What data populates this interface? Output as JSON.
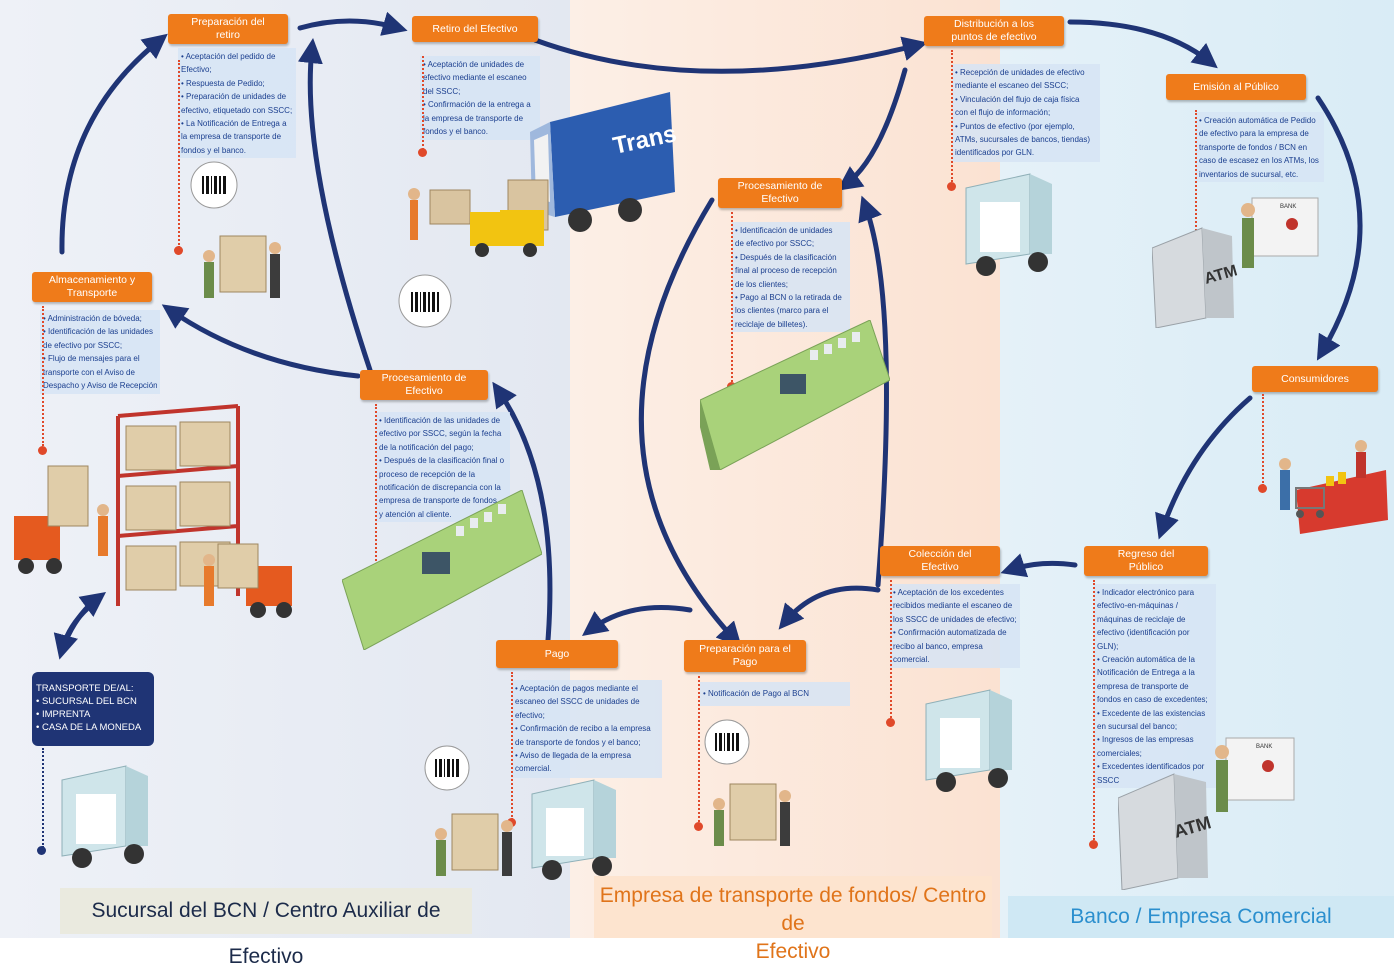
{
  "zones": {
    "bcn": "Sucursal del BCN / Centro Auxiliar de Efectivo",
    "transport_line1": "Empresa de transporte de fondos/ Centro de",
    "transport_line2": "Efectivo",
    "bank": "Banco / Empresa Comercial"
  },
  "steps": {
    "preparacion_retiro": {
      "title1": "Preparación del",
      "title2": "retiro",
      "lines": [
        "• Aceptación del pedido de",
        "Efectivo;",
        "• Respuesta de Pedido;",
        "• Preparación de unidades de",
        "efectivo, etiquetado con SSCC;",
        "• La Notificación de Entrega a",
        "la empresa de transporte de",
        "fondos y el banco."
      ]
    },
    "retiro_efectivo": {
      "title1": "Retiro del Efectivo",
      "lines": [
        "• Aceptación de unidades de",
        "efectivo mediante el escaneo",
        "del SSCC;",
        "• Confirmación de la entrega a",
        "la empresa de transporte de",
        "fondos y el banco."
      ]
    },
    "distribucion": {
      "title1": "Distribución a los",
      "title2": "puntos de efectivo",
      "lines": [
        "• Recepción de unidades de efectivo",
        "mediante el escaneo del SSCC;",
        "• Vinculación del flujo de caja física",
        "con el flujo de información;",
        "• Puntos de efectivo (por ejemplo,",
        "ATMs, sucursales de bancos, tiendas)",
        "identificados por GLN."
      ]
    },
    "emision": {
      "title1": "Emisión al Público",
      "lines": [
        "• Creación automática de Pedido",
        "de efectivo para la empresa de",
        "transporte de fondos / BCN en",
        "caso de escasez en los ATMs, los",
        "inventarios de sucursal, etc."
      ]
    },
    "consumidores": {
      "title1": "Consumidores"
    },
    "procesamiento_centro": {
      "title1": "Procesamiento de",
      "title2": "Efectivo",
      "lines": [
        "• Identificación de unidades",
        "de efectivo por SSCC;",
        "• Después de la clasificación",
        "final al proceso de recepción",
        "de los clientes;",
        "• Pago al BCN o la retirada de",
        "los clientes (marco para el",
        "reciclaje de billetes)."
      ]
    },
    "almacenamiento": {
      "title1": "Almacenamiento y",
      "title2": "Transporte",
      "lines": [
        "• Administración de bóveda;",
        "• Identificación de las unidades",
        "de efectivo por SSCC;",
        "• Flujo de mensajes para el",
        "transporte con el Aviso de",
        "Despacho y Aviso de Recepción"
      ]
    },
    "procesamiento_bcn": {
      "title1": "Procesamiento de",
      "title2": "Efectivo",
      "lines": [
        "• Identificación de las unidades de",
        "efectivo por SSCC, según la fecha",
        "de la notificación del pago;",
        "• Después de la clasificación final o",
        "proceso de recepción de la",
        "notificación de discrepancia con la",
        "empresa de transporte de fondos",
        "y atención al cliente."
      ]
    },
    "coleccion": {
      "title1": "Colección del",
      "title2": "Efectivo",
      "lines": [
        "• Aceptación de los excedentes",
        "recibidos mediante el escaneo de",
        "los SSCC de unidades de efectivo;",
        "• Confirmación automatizada de",
        "recibo al banco, empresa",
        "comercial."
      ]
    },
    "regreso": {
      "title1": "Regreso del",
      "title2": "Público",
      "lines": [
        "• Indicador electrónico para",
        "efectivo-en-máquinas /",
        "máquinas de reciclaje de",
        "efectivo (identificación por",
        "GLN);",
        "• Creación automática de la",
        "Notificación de Entrega a la",
        "empresa de transporte de",
        "fondos en caso de excedentes;",
        "• Excedente de las existencias",
        "en sucursal del banco;",
        "• Ingresos de las empresas",
        "comerciales;",
        "• Excedentes identificados por",
        "SSCC"
      ]
    },
    "pago": {
      "title1": "Pago",
      "lines": [
        "• Aceptación de pagos mediante el",
        "escaneo del SSCC de unidades de",
        "efectivo;",
        "• Confirmación de recibo a la empresa",
        "de transporte de fondos y el banco;",
        "• Aviso de llegada de la empresa",
        "comercial."
      ]
    },
    "preparacion_pago": {
      "title1": "Preparación para el",
      "title2": "Pago",
      "lines": [
        "• Notificación de Pago al BCN"
      ]
    }
  },
  "transporte": {
    "lines": [
      "TRANSPORTE DE/AL:",
      "• SUCURSAL DEL BCN",
      "• IMPRENTA",
      "• CASA DE LA MONEDA"
    ]
  },
  "illustration_text": {
    "truck_brand": "Trans",
    "atm1": "ATM",
    "atm2": "ATM",
    "bank_sign": "BANK"
  },
  "colors": {
    "orange": "#ef7b1a",
    "navy": "#1f3475",
    "desc_text": "#1b3f8f",
    "dot": "#e0492a",
    "machine_green": "#a9d27a"
  }
}
